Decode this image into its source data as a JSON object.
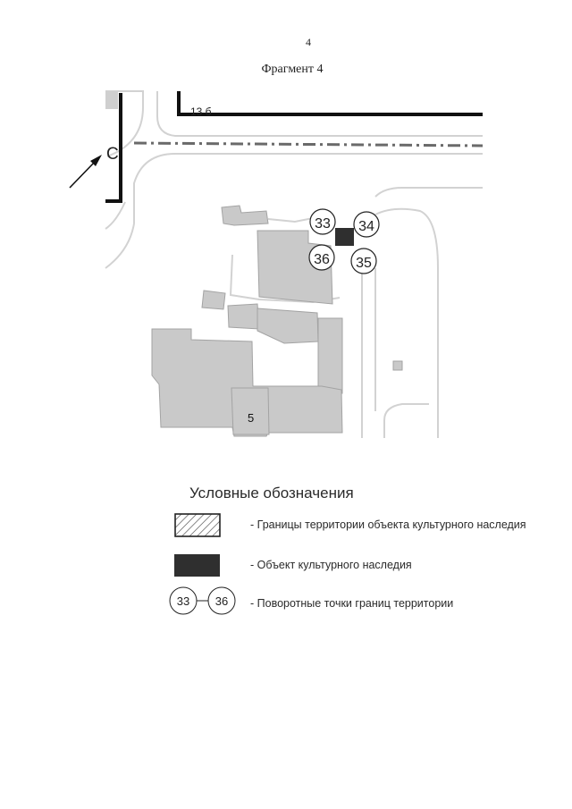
{
  "header": {
    "page_number": "4",
    "fragment_title": "Фрагмент 4"
  },
  "map": {
    "house_number_top": "13 б",
    "north_letter": "С",
    "building_number": "5",
    "points": {
      "p33": "33",
      "p34": "34",
      "p35": "35",
      "p36": "36"
    },
    "colors": {
      "heritage_object": "#2f2f2f",
      "building_fill": "#c9c9c9",
      "building_stroke": "#a3a3a3",
      "road_line": "#d2d2d2",
      "boundary_dash": "#6a6a6a"
    }
  },
  "legend": {
    "title": "Условные обозначения",
    "items": {
      "hatched": "- Границы территории объекта культурного наследия",
      "object": "- Объект культурного наследия",
      "points": "- Поворотные точки границ территории"
    },
    "sample_points": {
      "from": "33",
      "to": "36"
    }
  }
}
